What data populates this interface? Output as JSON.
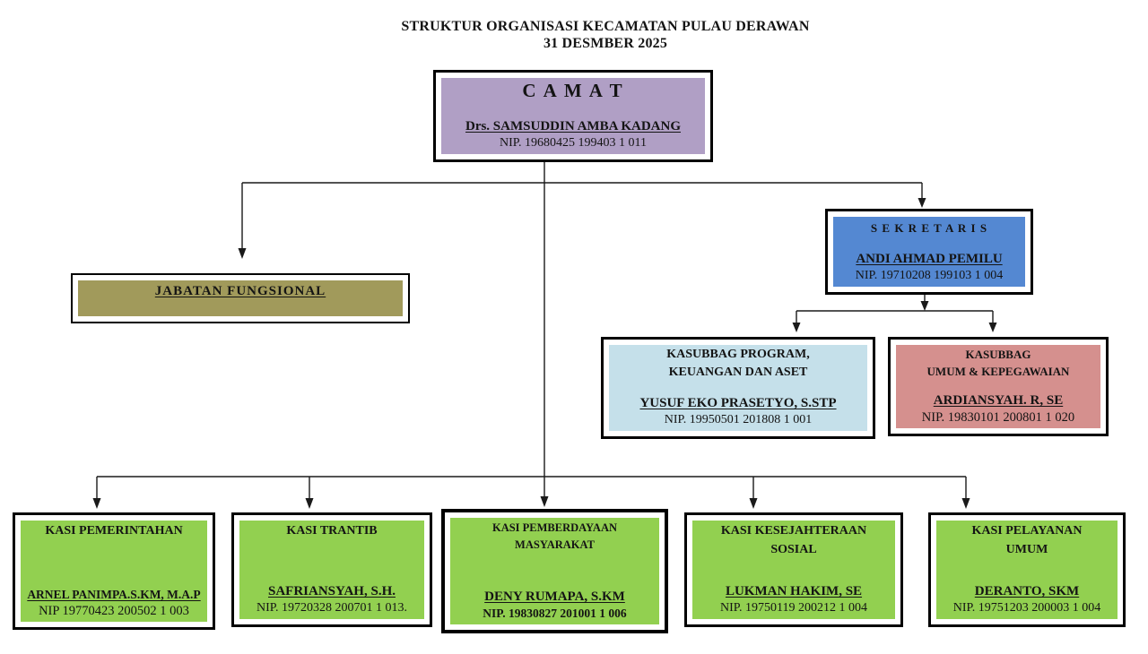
{
  "header": {
    "title_line1": "STRUKTUR ORGANISASI KECAMATAN PULAU DERAWAN",
    "title_line2": "31 DESMBER 2025"
  },
  "colors": {
    "camat_fill": "#b09fc5",
    "jabatan_fill": "#a19a5b",
    "sekretaris_fill": "#5488d2",
    "kasubbag_program_fill": "#c5e0ea",
    "kasubbag_umum_fill": "#d5908e",
    "kasi_fill": "#92d050",
    "line": "#1a1a1a",
    "border": "#000000"
  },
  "nodes": {
    "camat": {
      "role": "C A M A T",
      "name": "Drs. SAMSUDDIN AMBA KADANG",
      "nip": "NIP. 19680425 199403 1 011"
    },
    "jabatan_fungsional": {
      "role": "JABATAN  FUNGSIONAL"
    },
    "sekretaris": {
      "role": "S E K R E T A R I S",
      "name": "ANDI AHMAD PEMILU",
      "nip": "NIP. 19710208 199103 1 004"
    },
    "kasubbag_program": {
      "role_line1": "KASUBBAG PROGRAM,",
      "role_line2": "KEUANGAN DAN ASET",
      "name": "YUSUF EKO PRASETYO, S.STP",
      "nip": "NIP. 19950501 201808 1 001"
    },
    "kasubbag_umum": {
      "role_line1": "KASUBBAG",
      "role_line2": "UMUM & KEPEGAWAIAN",
      "name": "ARDIANSYAH. R, SE",
      "nip": "NIP. 19830101 200801 1 020"
    }
  },
  "kasi": [
    {
      "role_line1": "KASI PEMERINTAHAN",
      "role_line2": "",
      "name": "ARNEL PANIMPA.S.KM, M.A.P",
      "nip": "NIP 19770423 200502 1 003"
    },
    {
      "role_line1": "KASI TRANTIB",
      "role_line2": "",
      "name": "SAFRIANSYAH, S.H.",
      "nip": "NIP. 19720328 200701 1 013."
    },
    {
      "role_line1": "KASI PEMBERDAYAAN",
      "role_line2": "MASYARAKAT",
      "name": "DENY RUMAPA, S.KM",
      "nip": "NIP. 19830827 201001 1 006"
    },
    {
      "role_line1": "KASI KESEJAHTERAAN",
      "role_line2": "SOSIAL",
      "name": "LUKMAN HAKIM, SE",
      "nip": "NIP. 19750119 200212 1 004"
    },
    {
      "role_line1": "KASI PELAYANAN",
      "role_line2": "UMUM",
      "name": "DERANTO, SKM",
      "nip": "NIP. 19751203 200003 1 004"
    }
  ]
}
